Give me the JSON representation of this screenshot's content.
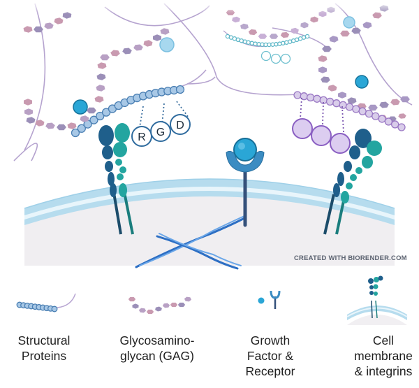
{
  "motif": {
    "letters": [
      "R",
      "G",
      "D"
    ]
  },
  "watermark": "CREATED WITH BIORENDER.COM",
  "legend": [
    {
      "label": "Structural\nProteins",
      "icon": "structural-protein-icon"
    },
    {
      "label": "Glycosamino-\nglycan (GAG)",
      "icon": "gag-icon"
    },
    {
      "label": "Growth\nFactor &\nReceptor",
      "icon": "growth-factor-receptor-icon"
    },
    {
      "label": "Cell\nmembrane\n& integrins",
      "icon": "membrane-integrin-icon"
    }
  ],
  "colors": {
    "protein": "#a8c8e6",
    "protein_stroke": "#4a7fb3",
    "gag_pink": "#c99ab0",
    "gag_purple": "#9b8fb8",
    "purple_fiber": "#d9cdea",
    "purple_stroke": "#9a78c4",
    "integrin_dark": "#1f5f8b",
    "integrin_teal": "#1fa3a3",
    "membrane_outer": "#b9ddef",
    "membrane_inner": "#e9f5fb",
    "cell_interior": "#f1eff2",
    "growth_factor": "#29a8d8"
  }
}
